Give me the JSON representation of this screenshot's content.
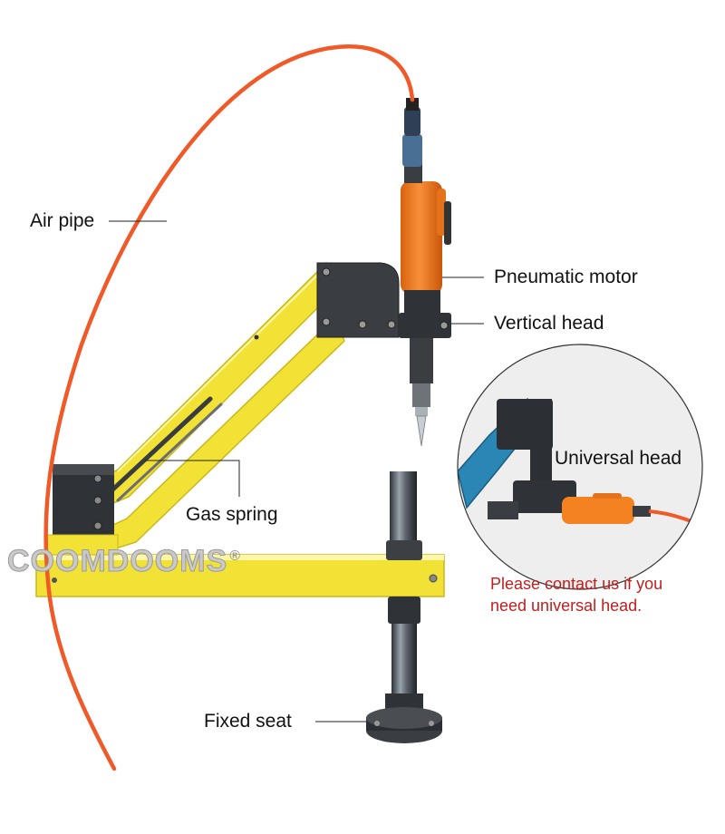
{
  "brand": {
    "name": "COOMDOOMS",
    "mark": "®"
  },
  "labels": {
    "air_pipe": "Air pipe",
    "pneumatic_motor": "Pneumatic motor",
    "vertical_head": "Vertical head",
    "gas_spring": "Gas spring",
    "fixed_seat": "Fixed seat",
    "universal_head": "Universal head"
  },
  "note": {
    "line1": "Please contact us if you",
    "line2": "need universal head."
  },
  "colors": {
    "arm": "#f2e236",
    "arm_dark": "#c9b81c",
    "hose": "#f05a28",
    "motor": "#f58220",
    "note_text": "#c0201f",
    "universal_arm": "#2a86b5"
  }
}
